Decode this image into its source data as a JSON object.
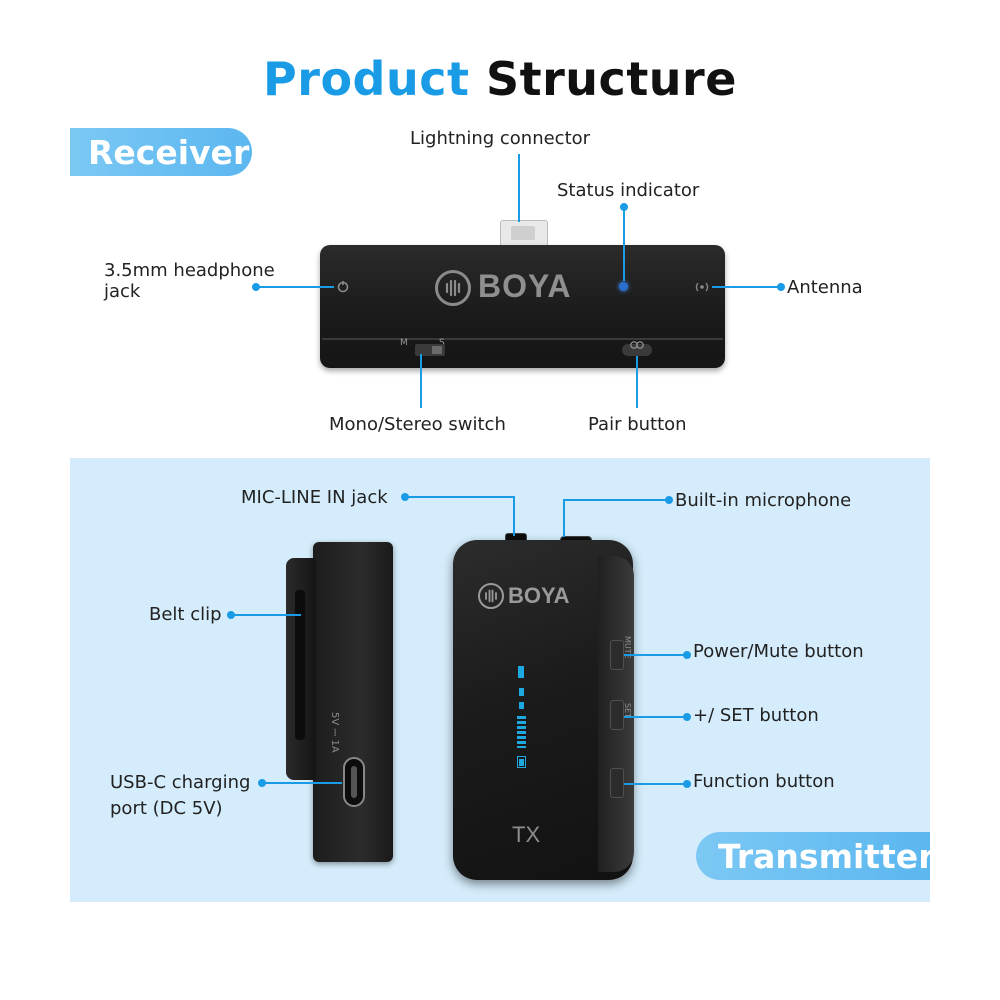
{
  "title": {
    "part1": "Product",
    "part2": "Structure"
  },
  "sections": {
    "receiver": "Receiver",
    "transmitter": "Transmitter"
  },
  "receiver": {
    "labels": {
      "lightning": "Lightning connector",
      "status": "Status indicator",
      "headphone_1": "3.5mm headphone",
      "headphone_2": "jack",
      "antenna": "Antenna",
      "mono_stereo": "Mono/Stereo switch",
      "pair": "Pair button"
    },
    "device": {
      "brand": "BOYA",
      "switch_m": "M",
      "switch_s": "S"
    }
  },
  "transmitter": {
    "labels": {
      "mic_line": "MIC-LINE IN jack",
      "builtin_mic": "Built-in microphone",
      "belt_clip": "Belt clip",
      "power_mute": "Power/Mute button",
      "plus_set": "+/ SET button",
      "function": "Function button",
      "usbc_1": "USB-C charging",
      "usbc_2": "port (DC 5V)"
    },
    "device": {
      "brand": "BOYA",
      "model": "TX",
      "rating": "5V ⎓ 1A",
      "mute_text": "MUTE",
      "set_text": "SET"
    }
  },
  "colors": {
    "accent": "#1a9be6",
    "panel": "#d4ecfb",
    "pill": "#6cc0f2"
  }
}
